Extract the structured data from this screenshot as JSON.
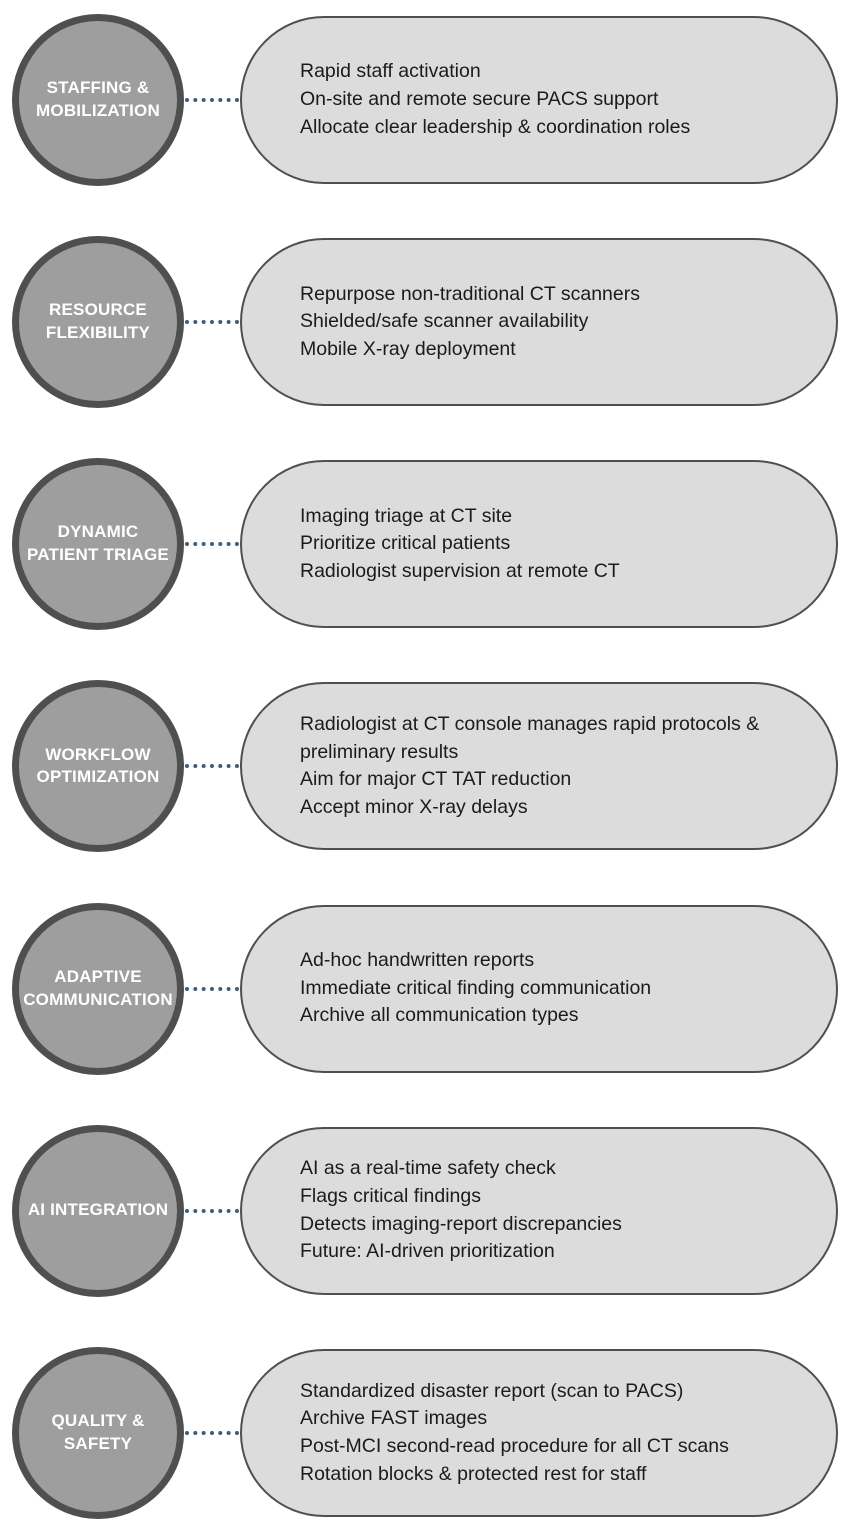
{
  "colors": {
    "circle_fill": "#9e9e9e",
    "circle_border": "#4f4f4f",
    "circle_text": "#ffffff",
    "pill_fill": "#dcdcdc",
    "pill_border": "#4f4f4f",
    "pill_text": "#1b1b1b",
    "connector": "#3e5d78",
    "background": "#ffffff"
  },
  "diagram": {
    "rows": [
      {
        "title": "STAFFING & MOBILIZATION",
        "items": [
          "Rapid staff activation",
          "On-site and remote secure PACS support",
          "Allocate clear leadership & coordination roles"
        ]
      },
      {
        "title": "RESOURCE FLEXIBILITY",
        "items": [
          "Repurpose non-traditional CT scanners",
          "Shielded/safe scanner availability",
          "Mobile X-ray deployment"
        ]
      },
      {
        "title": "DYNAMIC PATIENT TRIAGE",
        "items": [
          "Imaging triage at CT site",
          "Prioritize critical patients",
          "Radiologist supervision at remote CT"
        ]
      },
      {
        "title": "WORKFLOW OPTIMIZATION",
        "items": [
          "Radiologist at CT console manages rapid protocols & preliminary results",
          "Aim for major CT TAT reduction",
          "Accept minor X-ray delays"
        ]
      },
      {
        "title": "ADAPTIVE COMMUNICATION",
        "items": [
          "Ad-hoc handwritten reports",
          "Immediate critical finding communication",
          "Archive all communication types"
        ]
      },
      {
        "title": "AI INTEGRATION",
        "items": [
          "AI as a real-time safety check",
          "Flags critical findings",
          "Detects imaging-report discrepancies",
          "Future: AI-driven prioritization"
        ]
      },
      {
        "title": "QUALITY & SAFETY",
        "items": [
          "Standardized disaster report (scan to PACS)",
          "Archive FAST images",
          "Post-MCI second-read procedure for all CT scans",
          "Rotation blocks & protected rest for staff"
        ]
      }
    ]
  }
}
